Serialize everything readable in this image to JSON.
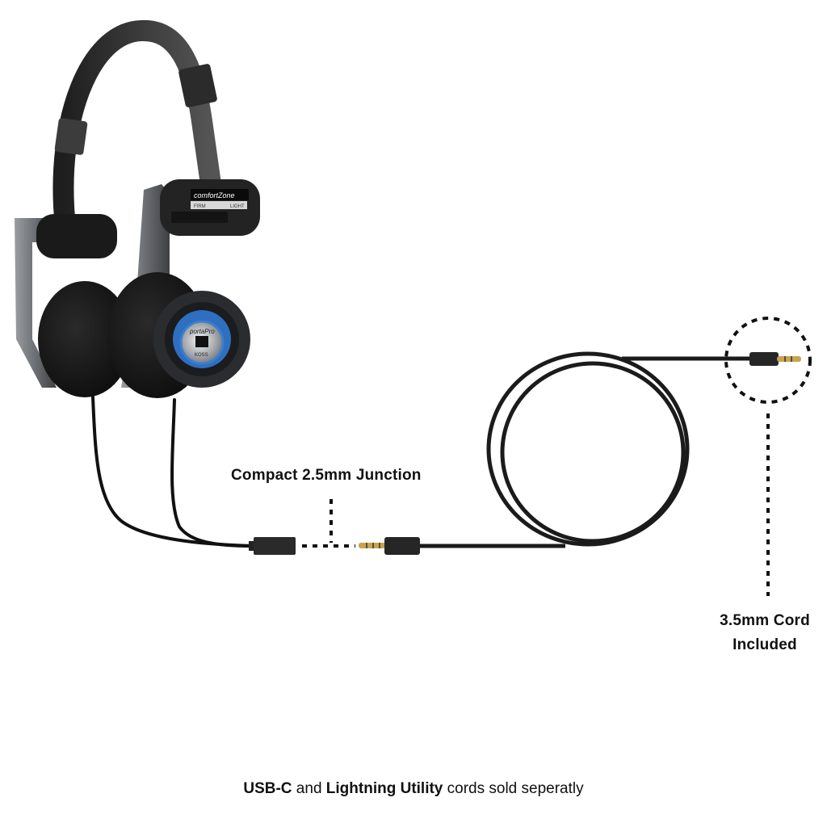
{
  "product": {
    "headband_label": "comfortZone",
    "comfort_slider": {
      "left": "FIRM",
      "right": "LIGHT"
    },
    "earcup_model": "portaPro",
    "earcup_brand": "KOSS"
  },
  "callouts": {
    "junction": "Compact 2.5mm Junction",
    "cord_line1": "3.5mm Cord",
    "cord_line2": "Included"
  },
  "footer": {
    "part1_bold": "USB-C",
    "part2": " and ",
    "part3_bold": "Lightning Utility",
    "part4": " cords sold seperatly"
  },
  "colors": {
    "cable": "#1b1b1b",
    "frame": "#6e7175",
    "pad": "#151515",
    "accent_blue": "#2f6fc0",
    "connector_gold": "#c9a450"
  }
}
